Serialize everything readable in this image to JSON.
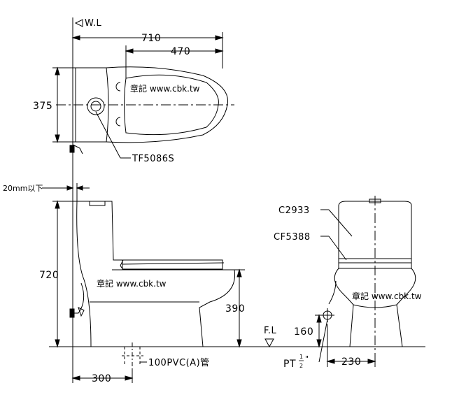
{
  "markers": {
    "water_level": "W.L",
    "floor_level": "F.L"
  },
  "dimensions": {
    "overall_length": "710",
    "seat_length": "470",
    "tank_depth": "375",
    "wall_gap": "20mm以下",
    "overall_height": "720",
    "seat_height": "390",
    "rough_in": "300",
    "supply_height": "160",
    "supply_offset": "230"
  },
  "parts": {
    "flush_button": "TF5086S",
    "drain_pipe": "100PVC(A)管",
    "supply_fitting_prefix": "PT",
    "supply_fitting_numerator": "1",
    "supply_fitting_denominator": "2",
    "supply_fitting_suffix": "\"",
    "tank": "C2933",
    "seat": "CF5388"
  },
  "watermark": "章記 www.cbk.tw"
}
